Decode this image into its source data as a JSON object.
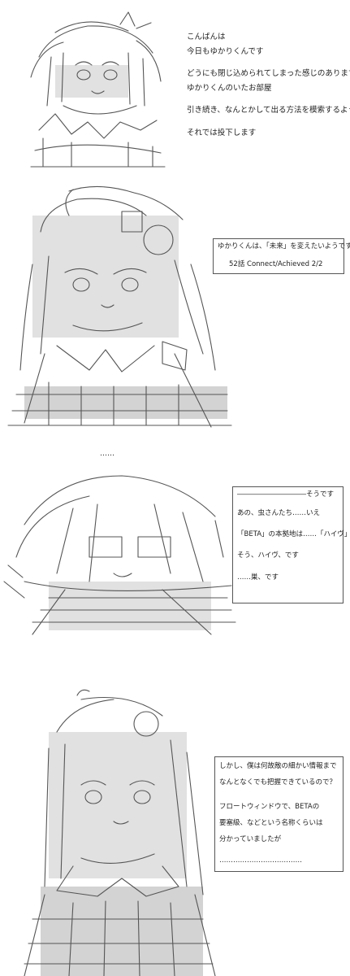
{
  "colors": {
    "ink": "#222222",
    "art": "#555555",
    "background": "#ffffff"
  },
  "panel1": {
    "lines": [
      "こんばんは",
      "今日もゆかりくんです",
      "どうにも閉じ込められてしまった感じのあります",
      "ゆかりくんのいたお部屋",
      "引き続き、なんとかして出る方法を模索するようです",
      "それでは投下します"
    ]
  },
  "panel2": {
    "box_lines": [
      "ゆかりくんは、「未来」を変えたいようです",
      "52話 Connect/Achieved 2/2"
    ]
  },
  "panel3": {
    "top_mark": "……",
    "box_lines": [
      "――――――――――そうです",
      "あの、虫さんたち……いえ",
      "「BETA」の本拠地は……「ハイヴ」",
      "そう、ハイヴ、です",
      "……巣、です"
    ]
  },
  "panel4": {
    "box_lines": [
      "しかし、僕は何故敵の細かい情報まで",
      "なんとなくでも把握できているので？",
      "フロートウィンドウで、BETAの",
      "要塞級、などという名称くらいは",
      "分かっていましたが",
      "………………………………"
    ]
  }
}
